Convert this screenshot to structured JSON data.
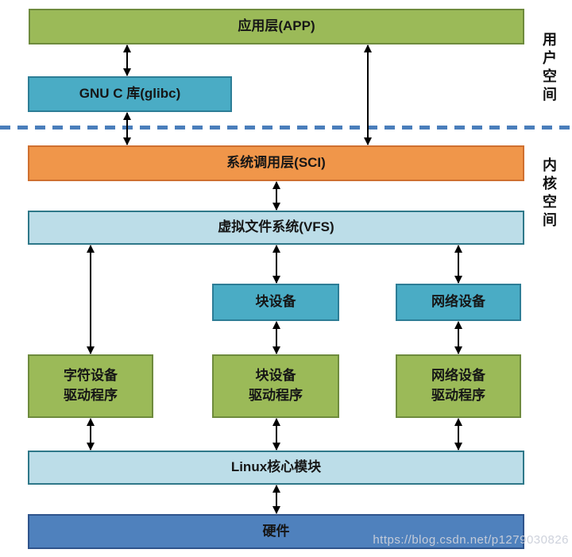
{
  "diagram": {
    "boxes": {
      "app": {
        "label": "应用层(APP)"
      },
      "glibc": {
        "label": "GNU C 库(glibc)"
      },
      "sci": {
        "label": "系统调用层(SCI)"
      },
      "vfs": {
        "label": "虚拟文件系统(VFS)"
      },
      "block_device": {
        "label": "块设备"
      },
      "network_device": {
        "label": "网络设备"
      },
      "char_driver": {
        "line1": "字符设备",
        "line2": "驱动程序"
      },
      "block_driver": {
        "line1": "块设备",
        "line2": "驱动程序"
      },
      "network_driver": {
        "line1": "网络设备",
        "line2": "驱动程序"
      },
      "linux_core": {
        "label": "Linux核心模块"
      },
      "hardware": {
        "label": "硬件"
      }
    },
    "regions": {
      "user_space": "用户空间",
      "kernel_space": "内核空间"
    },
    "watermark": "https://blog.csdn.net/p1279030826",
    "colors": {
      "green_fill": "#9bba58",
      "green_border": "#6e8b3d",
      "teal_fill": "#4aacc5",
      "teal_border": "#2d7d96",
      "orange_fill": "#f0964a",
      "orange_border": "#cf7030",
      "lightblue_fill": "#bcdde8",
      "lightblue_border": "#2e7889",
      "blue_fill": "#4f81bd",
      "blue_border": "#2f548c",
      "divider_blue": "#4a7ebb",
      "arrow_black": "#000000"
    }
  }
}
